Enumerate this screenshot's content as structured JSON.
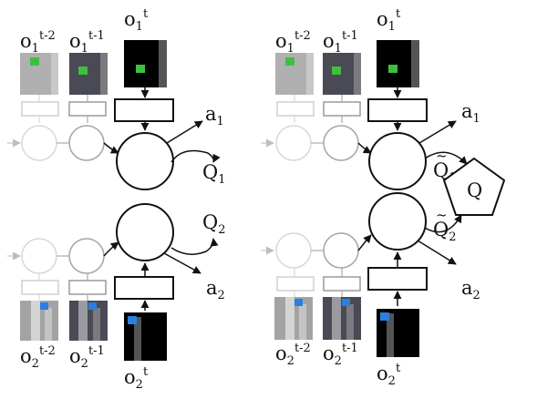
{
  "left": {
    "obs1": [
      {
        "base": "o",
        "sub": "1",
        "sup": "t-2"
      },
      {
        "base": "o",
        "sub": "1",
        "sup": "t-1"
      },
      {
        "base": "o",
        "sub": "1",
        "sup": "t"
      }
    ],
    "obs2": [
      {
        "base": "o",
        "sub": "2",
        "sup": "t-2"
      },
      {
        "base": "o",
        "sub": "2",
        "sup": "t-1"
      },
      {
        "base": "o",
        "sub": "2",
        "sup": "t"
      }
    ],
    "a1": {
      "base": "a",
      "sub": "1"
    },
    "a2": {
      "base": "a",
      "sub": "2"
    },
    "q1": {
      "base": "Q",
      "sub": "1"
    },
    "q2": {
      "base": "Q",
      "sub": "2"
    }
  },
  "right": {
    "obs1": [
      {
        "base": "o",
        "sub": "1",
        "sup": "t-2"
      },
      {
        "base": "o",
        "sub": "1",
        "sup": "t-1"
      },
      {
        "base": "o",
        "sub": "1",
        "sup": "t"
      }
    ],
    "obs2": [
      {
        "base": "o",
        "sub": "2",
        "sup": "t-2"
      },
      {
        "base": "o",
        "sub": "2",
        "sup": "t-1"
      },
      {
        "base": "o",
        "sub": "2",
        "sup": "t"
      }
    ],
    "a1": {
      "base": "a",
      "sub": "1"
    },
    "a2": {
      "base": "a",
      "sub": "2"
    },
    "q1": {
      "base": "Q",
      "tilde": "~",
      "sub": "1"
    },
    "q2": {
      "base": "Q",
      "tilde": "~",
      "sub": "2"
    },
    "mixer": {
      "label": "Q"
    }
  },
  "colors": {
    "agent1_marker": "#3fbf3f",
    "agent2_marker": "#2b7fe0",
    "frame_t": "#000000",
    "frame_t1": "#4a4a54",
    "frame_t2": "#a3a3a3"
  }
}
